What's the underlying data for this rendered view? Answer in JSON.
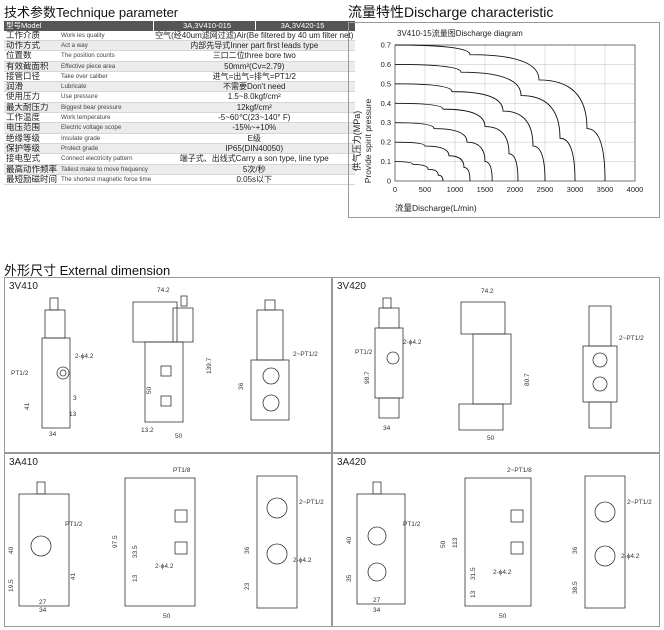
{
  "spec": {
    "title": "技术参数Technique parameter",
    "header": [
      "型号Model",
      "3A,3V410-015",
      "3A,3V420-15"
    ],
    "rows": [
      {
        "cn": "工作介质",
        "en": "Work ies quality",
        "value": "空气(经40um滤网过滤)Air(Be filtered by 40 um filter net)"
      },
      {
        "cn": "动作方式",
        "en": "Act a way",
        "value": "内部先导式Inner part first leads type"
      },
      {
        "cn": "位置数",
        "en": "The position counts",
        "value": "三口二位three bore two"
      },
      {
        "cn": "有效截面积",
        "en": "Effective piece area",
        "value": "50mm²(Cv=2.79)"
      },
      {
        "cn": "接管口径",
        "en": "Take over caliber",
        "value": "进气=出气=排气=PT1/2"
      },
      {
        "cn": "润滑",
        "en": "Lubricate",
        "value": "不需要Don't need"
      },
      {
        "cn": "使用压力",
        "en": "Use pressure",
        "value": "1.5~8.0kgf/cm²"
      },
      {
        "cn": "最大耐压力",
        "en": "Biggest bear pressure",
        "value": "12kgf/cm²"
      },
      {
        "cn": "工作温度",
        "en": "Work temperature",
        "value": "-5~60℃(23~140° F)"
      },
      {
        "cn": "电压范围",
        "en": "Electric voltage scope",
        "value": "-15%~+10%"
      },
      {
        "cn": "绝缘等级",
        "en": "Insulate grade",
        "value": "E级"
      },
      {
        "cn": "保护等级",
        "en": "Protect grade",
        "value": "IP65(DIN40050)"
      },
      {
        "cn": "接电型式",
        "en": "Connect electricity pattern",
        "value": "端子式、出线式Carry a son type, line type"
      },
      {
        "cn": "最高动作频率",
        "en": "Tallest make to move frequency",
        "value": "5次/秒"
      },
      {
        "cn": "最短励磁时间",
        "en": "The shortest magnetic force time",
        "value": "0.05s以下"
      }
    ]
  },
  "chart": {
    "section_title": "流量特性Discharge characteristic",
    "inner_title": "3V410-15流量图Discharge diagram",
    "ylabel_cn": "供气压力(MPa)",
    "ylabel_en": "Provide spirit pressure",
    "xlabel": "流量Discharge(L/min)",
    "x_ticks": [
      "0",
      "500",
      "1000",
      "1500",
      "2000",
      "2500",
      "3000",
      "3500",
      "4000"
    ],
    "y_ticks": [
      "0",
      "0.1",
      "0.2",
      "0.3",
      "0.4",
      "0.5",
      "0.6",
      "0.7"
    ]
  },
  "chart_data": {
    "type": "line",
    "title": "3V410-15流量图Discharge diagram",
    "xlabel": "流量Discharge(L/min)",
    "ylabel": "供气压力(MPa) Provide spirit pressure",
    "xlim": [
      0,
      4000
    ],
    "ylim": [
      0,
      0.7
    ],
    "grid": true,
    "series": [
      {
        "x": [
          0,
          300,
          550,
          720,
          800
        ],
        "y": [
          0.1,
          0.085,
          0.06,
          0.03,
          0
        ]
      },
      {
        "x": [
          0,
          500,
          900,
          1150,
          1250
        ],
        "y": [
          0.2,
          0.18,
          0.13,
          0.07,
          0
        ]
      },
      {
        "x": [
          0,
          650,
          1200,
          1500,
          1620
        ],
        "y": [
          0.3,
          0.27,
          0.2,
          0.1,
          0
        ]
      },
      {
        "x": [
          0,
          800,
          1500,
          1900,
          2050
        ],
        "y": [
          0.4,
          0.37,
          0.28,
          0.14,
          0
        ]
      },
      {
        "x": [
          0,
          950,
          1800,
          2300,
          2500
        ],
        "y": [
          0.5,
          0.46,
          0.36,
          0.18,
          0
        ]
      },
      {
        "x": [
          0,
          1100,
          2100,
          2750,
          3000
        ],
        "y": [
          0.6,
          0.56,
          0.44,
          0.22,
          0
        ]
      },
      {
        "x": [
          0,
          1250,
          2400,
          3200,
          3500
        ],
        "y": [
          0.7,
          0.65,
          0.52,
          0.27,
          0
        ]
      }
    ]
  },
  "dimension": {
    "title": "外形尺寸 External dimension",
    "panels": [
      {
        "label": "3V410",
        "dims": [
          "74.2",
          "PT1/2",
          "2-ϕ4.2",
          "41",
          "3",
          "13",
          "34",
          "50",
          "13.2",
          "50",
          "139.7",
          "36",
          "2~PT1/2"
        ]
      },
      {
        "label": "3V420",
        "dims": [
          "74.2",
          "PT1/2",
          "2-ϕ4.2",
          "98.7",
          "34",
          "50",
          "80.7",
          "2~PT1/2"
        ]
      },
      {
        "label": "3A410",
        "dims": [
          "PT1/8",
          "PT1/2",
          "40",
          "19.5",
          "41",
          "27",
          "34",
          "97.5",
          "33.5",
          "13",
          "2-ϕ4.2",
          "50",
          "2~PT1/2",
          "36",
          "23",
          "2-ϕ4.2"
        ]
      },
      {
        "label": "3A420",
        "dims": [
          "2~PT1/8",
          "PT1/2",
          "40",
          "35",
          "27",
          "34",
          "113",
          "50",
          "31.5",
          "13",
          "2-ϕ4.2",
          "50",
          "2~PT1/2",
          "36",
          "38.5",
          "2-ϕ4.2"
        ]
      }
    ]
  }
}
